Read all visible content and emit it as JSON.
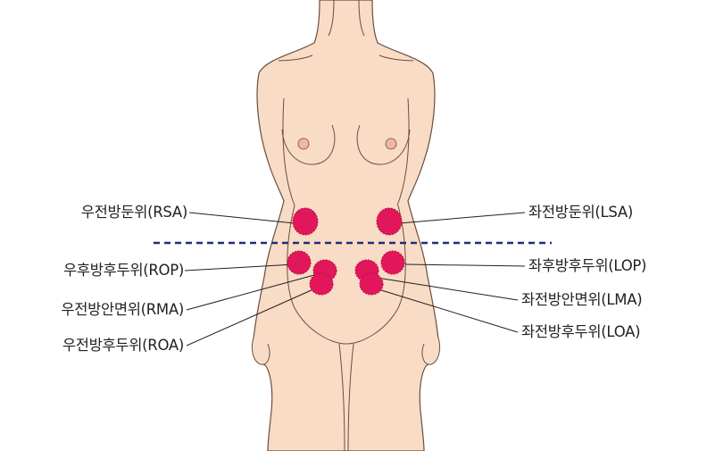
{
  "labels": {
    "rsa": "우전방둔위(RSA)",
    "rop": "우후방후두위(ROP)",
    "rma": "우전방안면위(RMA)",
    "roa": "우전방후두위(ROA)",
    "lsa": "좌전방둔위(LSA)",
    "lop": "좌후방후두위(LOP)",
    "lma": "좌전방안면위(LMA)",
    "loa": "좌전방후두위(LOA)"
  },
  "colors": {
    "skin": "#f8dcc6",
    "outline": "#6b4e3d",
    "marker_fill": "#e2165b",
    "marker_stroke": "#b0103f",
    "divider": "#1f2d7a",
    "leader": "#231f20"
  },
  "divider_style": "dashed"
}
